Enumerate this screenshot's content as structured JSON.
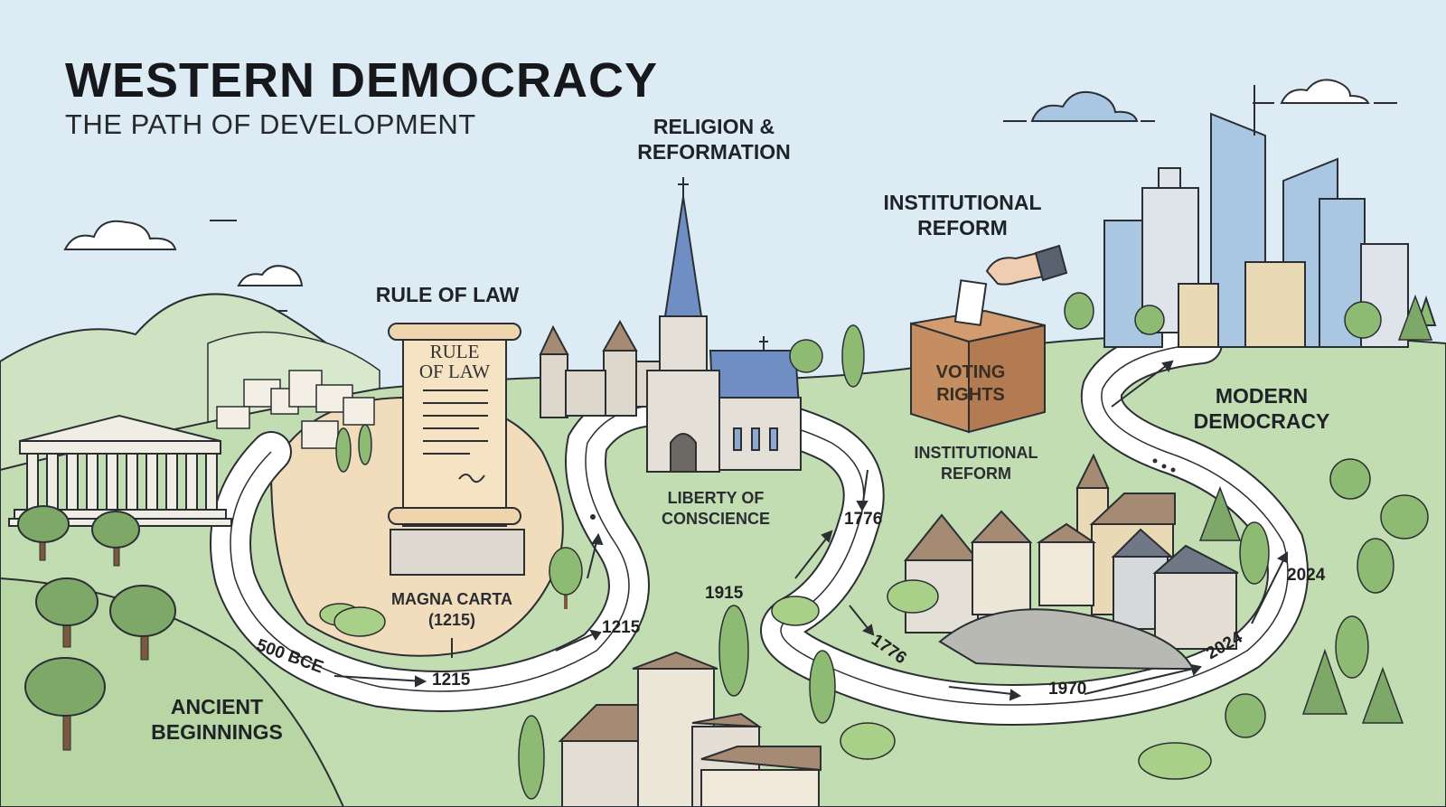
{
  "header": {
    "title": "WESTERN DEMOCRACY",
    "subtitle": "THE PATH OF DEVELOPMENT"
  },
  "sections": {
    "ancient": "ANCIENT\nBEGINNINGS",
    "rule_of_law": "RULE OF LAW",
    "religion": "RELIGION &\nREFORMATION",
    "institutional_top": "INSTITUTIONAL\nREFORM",
    "institutional_mid": "INSTITUTIONAL\nREFORM",
    "modern": "MODERN\nDEMOCRACY",
    "magna_carta": "MAGNA CARTA\n(1215)",
    "liberty": "LIBERTY OF\nCONSCIENCE"
  },
  "scroll_text": "RULE\nOF LAW",
  "ballot_box_text": "VOTING\nRIGHTS",
  "dates": {
    "d500bce": "500 BCE",
    "d1215_base": "1215",
    "d1215_right": "1215",
    "d1915": "1915",
    "d1776_top": "1776",
    "d1776_bottom": "1776",
    "d1970": "1970",
    "d2024_bottom": "2024",
    "d2024_right": "2024"
  },
  "colors": {
    "sky": "#dcebf4",
    "hill": "#cfe3c2",
    "grass": "#c3ddb2",
    "road": "#ffffff",
    "outline": "#2b2f33",
    "parchment": "#f6e3c4",
    "ballot_box": "#c48d62",
    "church_roof": "#6f8fc4",
    "glass": "#a9c6e2"
  }
}
